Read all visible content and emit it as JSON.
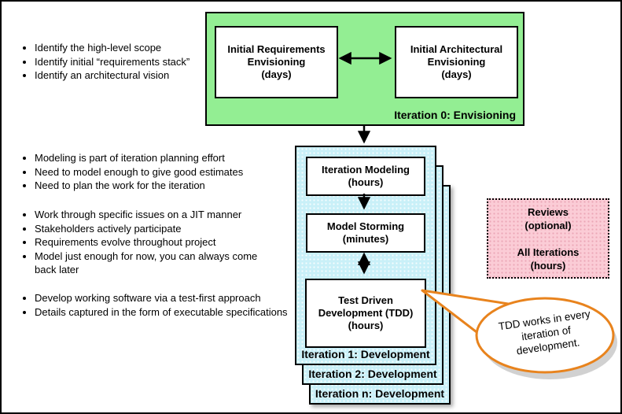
{
  "colors": {
    "envisioning_bg": "#93EE93",
    "iteration_bg": "#C9F0F8",
    "reviews_bg": "#FBCCD6",
    "callout_stroke": "#E8831D",
    "line": "#000000"
  },
  "bullet_groups": [
    {
      "items": [
        "Identify the high-level scope",
        "Identify initial “requirements stack”",
        "Identify an architectural vision"
      ]
    },
    {
      "items": [
        "Modeling is part of iteration planning effort",
        "Need to model enough to give good estimates",
        "Need to plan the work for the iteration"
      ]
    },
    {
      "items": [
        "Work through specific issues on a JIT manner",
        "Stakeholders actively participate",
        "Requirements evolve throughout project",
        "Model just enough for now, you can always come back later"
      ]
    },
    {
      "items": [
        "Develop working software via a test-first approach",
        "Details captured in the form of executable specifications"
      ]
    }
  ],
  "envisioning": {
    "label": "Iteration 0: Envisioning",
    "activities": [
      {
        "title": "Initial Requirements Envisioning",
        "duration": "(days)"
      },
      {
        "title": "Initial Architectural Envisioning",
        "duration": "(days)"
      }
    ]
  },
  "development": {
    "iteration_labels": [
      "Iteration 1: Development",
      "Iteration 2: Development",
      "Iteration n: Development"
    ],
    "activities": [
      {
        "title": "Iteration Modeling",
        "duration": "(hours)"
      },
      {
        "title": "Model Storming",
        "duration": "(minutes)"
      },
      {
        "title": "Test Driven Development (TDD)",
        "duration": "(hours)"
      }
    ]
  },
  "reviews": {
    "title": "Reviews",
    "subtitle": "(optional)",
    "scope": "All Iterations",
    "duration": "(hours)"
  },
  "callout": {
    "text": "TDD works in every iteration of development."
  }
}
